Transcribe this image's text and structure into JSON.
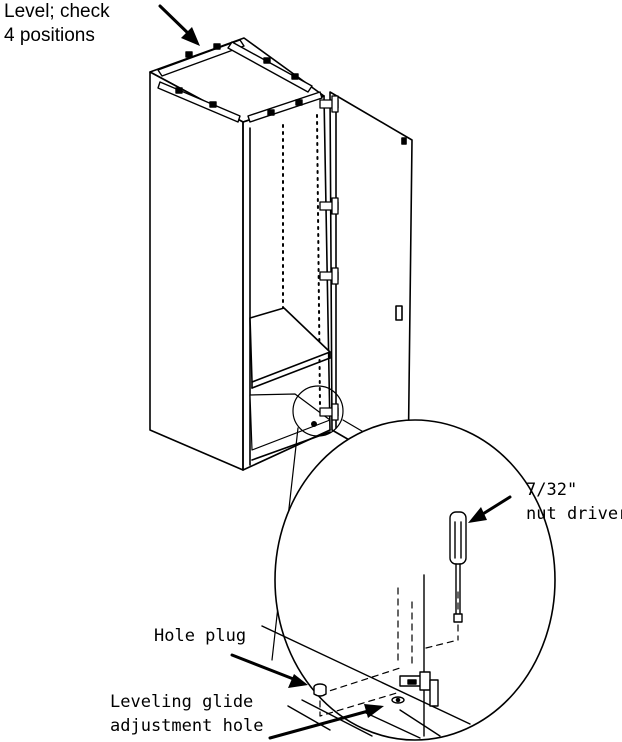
{
  "labels": {
    "level_check_line1": "Level; check",
    "level_check_line2": "4 positions",
    "nut_driver_line1": "7/32\"",
    "nut_driver_line2": "nut driver",
    "hole_plug": "Hole plug",
    "leveling_glide_line1": "Leveling glide",
    "leveling_glide_line2": "adjustment hole"
  },
  "colors": {
    "line": "#000000",
    "background": "#ffffff"
  }
}
